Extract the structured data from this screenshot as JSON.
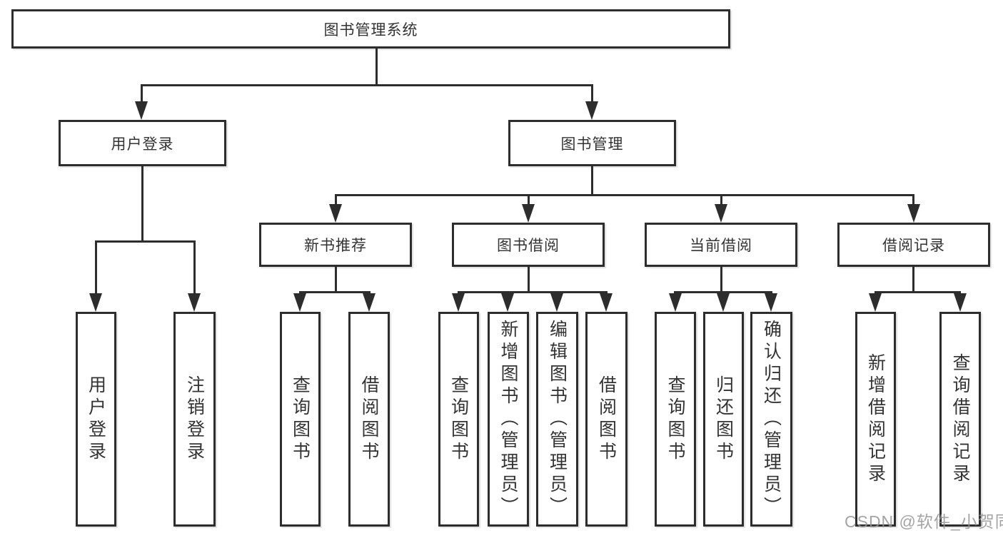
{
  "nodes": {
    "root": "图书管理系统",
    "user_login": "用户登录",
    "book_mgmt": "图书管理",
    "new_book_rec": "新书推荐",
    "book_borrow": "图书借阅",
    "current_borrow": "当前借阅",
    "borrow_record": "借阅记录",
    "leaf_user_login": "用户登录",
    "leaf_logout": "注销登录",
    "leaf_query_book_new": "查询图书",
    "leaf_borrow_book_new": "借阅图书",
    "leaf_query_book_borrow": "查询图书",
    "leaf_add_book": "新增图书（管理员）",
    "leaf_edit_book": "编辑图书（管理员）",
    "leaf_borrow_book_borrow": "借阅图书",
    "leaf_query_book_current": "查询图书",
    "leaf_return_book": "归还图书",
    "leaf_confirm_return": "确认归还（管理员）",
    "leaf_add_borrow_record": "新增借阅记录",
    "leaf_query_borrow_record": "查询借阅记录"
  },
  "watermark": "CSDN @软件_小贺同学",
  "colors": {
    "line": "#2d2d2d",
    "text": "#333333",
    "watermark": "#949494",
    "background": "#ffffff"
  }
}
